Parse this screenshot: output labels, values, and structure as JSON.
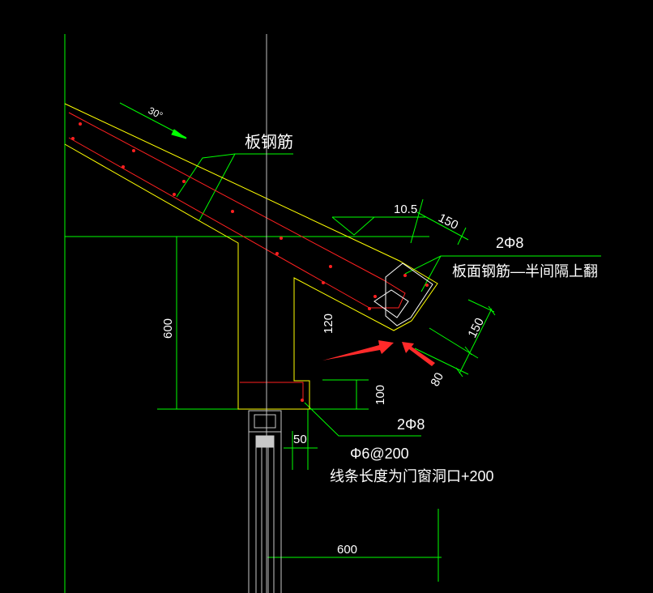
{
  "colors": {
    "background": "#000000",
    "dimension_green": "#00ff00",
    "outline_yellow": "#ffff00",
    "rebar_red": "#ff2020",
    "text_white": "#ffffff",
    "arrow_red": "#ff2a2a",
    "window_gray": "#c8c8c8"
  },
  "labels": {
    "angle": "30°",
    "slab_rebar": "板钢筋",
    "elevation_value": "10.5",
    "dim_150_top": "150",
    "rebar_2phi8_top": "2Φ8",
    "slab_face_rebar_note": "板面钢筋—半间隔上翻",
    "dim_600_left": "600",
    "dim_120": "120",
    "dim_150_right": "150",
    "dim_80": "80",
    "dim_100": "100",
    "rebar_2phi8_bottom": "2Φ8",
    "stirrup": "Φ6@200",
    "dim_50": "50",
    "line_length_note": "线条长度为门窗洞口+200",
    "dim_600_bottom": "600"
  }
}
